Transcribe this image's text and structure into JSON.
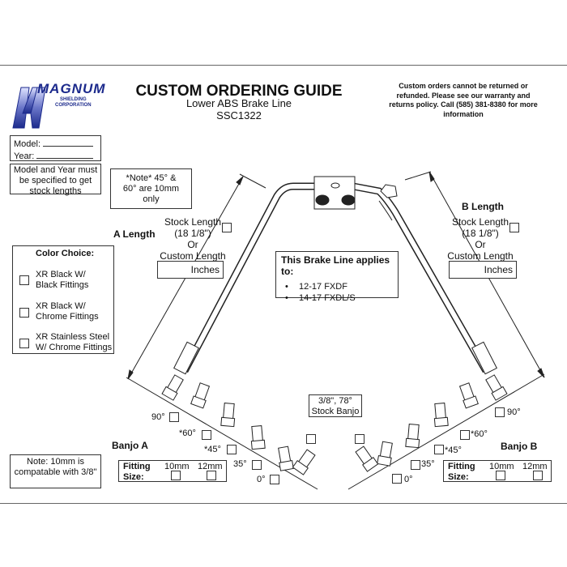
{
  "logo": {
    "wordmark": "MAGNUM",
    "line1": "SHIELDING",
    "line2": "CORPORATION"
  },
  "header": {
    "title": "CUSTOM ORDERING GUIDE",
    "subtitle": "Lower ABS Brake Line",
    "part_number": "SSC1322"
  },
  "notice": "Custom orders cannot be returned or refunded. Please see our warranty and returns policy. Call (585) 381-8380 for more information",
  "model_label": "Model: ",
  "year_label": "Year: ",
  "model_year_note": "Model and Year must be specified to get stock lengths",
  "angle_note": "*Note* 45° & 60° are 10mm only",
  "a_length": {
    "title": "A Length",
    "stock": "Stock Length",
    "stock_value": "(18 1/8\")",
    "or": "Or",
    "custom": "Custom Length",
    "unit": "Inches"
  },
  "b_length": {
    "title": "B Length",
    "stock": "Stock Length",
    "stock_value": "(18 1/8\")",
    "or": "Or",
    "custom": "Custom Length",
    "unit": "Inches"
  },
  "applies": {
    "title": "This Brake Line applies to:",
    "items": [
      "12-17 FXDF",
      "14-17 FXDL/S"
    ]
  },
  "color_choice": {
    "title": "Color Choice:",
    "options": [
      "XR Black W/ Black Fittings",
      "XR Black W/ Chrome Fittings",
      "XR Stainless Steel W/ Chrome Fittings"
    ]
  },
  "stock_banjo": "3/8\", 78° Stock Banjo",
  "banjo_a": {
    "title": "Banjo A",
    "angles": [
      "90°",
      "*60°",
      "*45°",
      "35°",
      "0°"
    ]
  },
  "banjo_b": {
    "title": "Banjo B",
    "angles": [
      "90°",
      "*60°",
      "*45°",
      "35°",
      "0°"
    ]
  },
  "fitting": {
    "label": "Fitting Size:",
    "opt1": "10mm",
    "opt2": "12mm"
  },
  "compat_note": "Note: 10mm is compatable with 3/8\"",
  "colors": {
    "logo_blue": "#1c2a8c",
    "ink": "#111111"
  }
}
